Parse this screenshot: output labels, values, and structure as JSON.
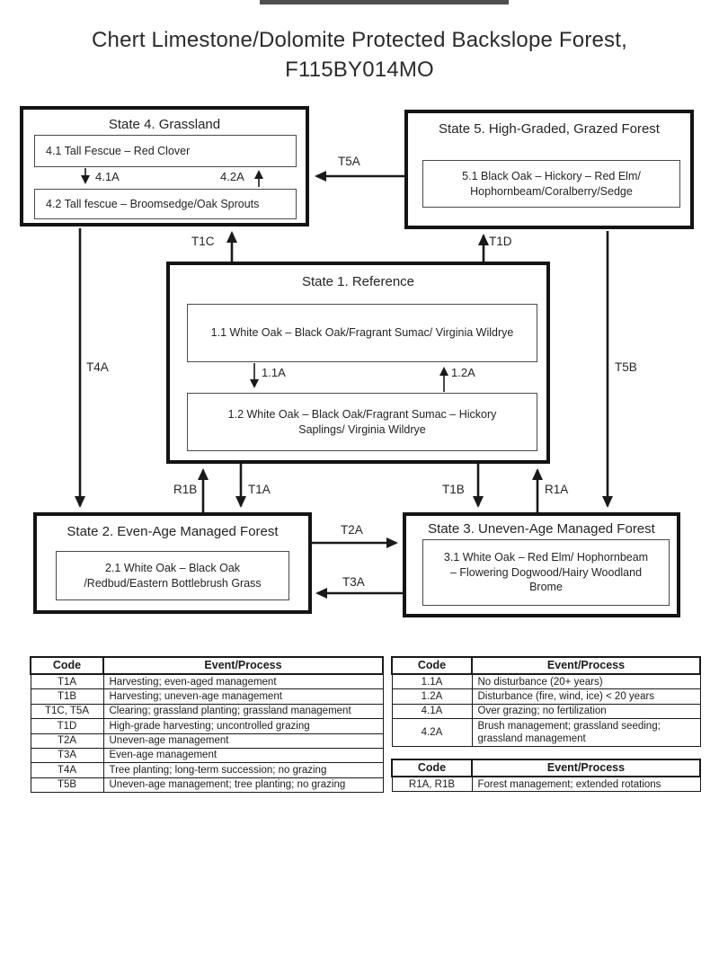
{
  "header": {
    "title_line1": "Chert Limestone/Dolomite Protected Backslope Forest,",
    "title_line2": "F115BY014MO"
  },
  "states": {
    "s1": {
      "title": "State 1. Reference",
      "communities": [
        {
          "lines": [
            "1.1 White Oak – Black Oak/Fragrant Sumac/ Virginia Wildrye"
          ]
        },
        {
          "lines": [
            "1.2 White Oak – Black Oak/Fragrant Sumac – Hickory",
            "Saplings/ Virginia Wildrye"
          ]
        }
      ]
    },
    "s2": {
      "title": "State 2. Even-Age Managed Forest",
      "communities": [
        {
          "lines": [
            "2.1 White Oak – Black Oak",
            "/Redbud/Eastern Bottlebrush Grass"
          ]
        }
      ]
    },
    "s3": {
      "title": "State 3. Uneven-Age Managed Forest",
      "communities": [
        {
          "lines": [
            "3.1 White Oak – Red Elm/ Hophornbeam",
            "– Flowering Dogwood/Hairy Woodland",
            "Brome"
          ]
        }
      ]
    },
    "s4": {
      "title": "State 4. Grassland",
      "communities": [
        {
          "lines": [
            "4.1 Tall Fescue – Red Clover"
          ]
        },
        {
          "lines": [
            "4.2 Tall fescue – Broomsedge/Oak Sprouts"
          ]
        }
      ]
    },
    "s5": {
      "title": "State 5. High-Graded, Grazed Forest",
      "communities": [
        {
          "lines": [
            "5.1 Black Oak – Hickory – Red Elm/",
            "Hophornbeam/Coralberry/Sedge"
          ]
        }
      ]
    }
  },
  "transitions": {
    "t5a": "T5A",
    "t1c": "T1C",
    "t1d": "T1D",
    "t4a": "T4A",
    "t5b": "T5B",
    "r1b": "R1B",
    "t1a": "T1A",
    "t1b": "T1B",
    "r1a": "R1A",
    "t2a": "T2A",
    "t3a": "T3A"
  },
  "pathways": {
    "p41a": "4.1A",
    "p42a": "4.2A",
    "p11a": "1.1A",
    "p12a": "1.2A"
  },
  "tables": {
    "left": {
      "headers": [
        "Code",
        "Event/Process"
      ],
      "rows": [
        [
          "T1A",
          "Harvesting; even-aged management"
        ],
        [
          "T1B",
          "Harvesting; uneven-age management"
        ],
        [
          "T1C, T5A",
          "Clearing; grassland planting; grassland management"
        ],
        [
          "T1D",
          "High-grade harvesting; uncontrolled grazing"
        ],
        [
          "T2A",
          "Uneven-age management"
        ],
        [
          "T3A",
          "Even-age management"
        ],
        [
          "T4A",
          "Tree planting; long-term succession; no grazing"
        ],
        [
          "T5B",
          "Uneven-age management; tree planting; no grazing"
        ]
      ]
    },
    "right_top": {
      "headers": [
        "Code",
        "Event/Process"
      ],
      "rows": [
        [
          "1.1A",
          "No disturbance (20+ years)"
        ],
        [
          "1.2A",
          "Disturbance (fire, wind, ice) < 20 years"
        ],
        [
          "4.1A",
          "Over grazing; no fertilization"
        ],
        [
          "4.2A",
          "Brush management; grassland seeding; grassland management"
        ]
      ]
    },
    "right_bottom": {
      "headers": [
        "Code",
        "Event/Process"
      ],
      "rows": [
        [
          "R1A, R1B",
          "Forest management; extended rotations"
        ]
      ]
    }
  },
  "colors": {
    "ink": "#1a1a1a",
    "background": "#ffffff"
  }
}
